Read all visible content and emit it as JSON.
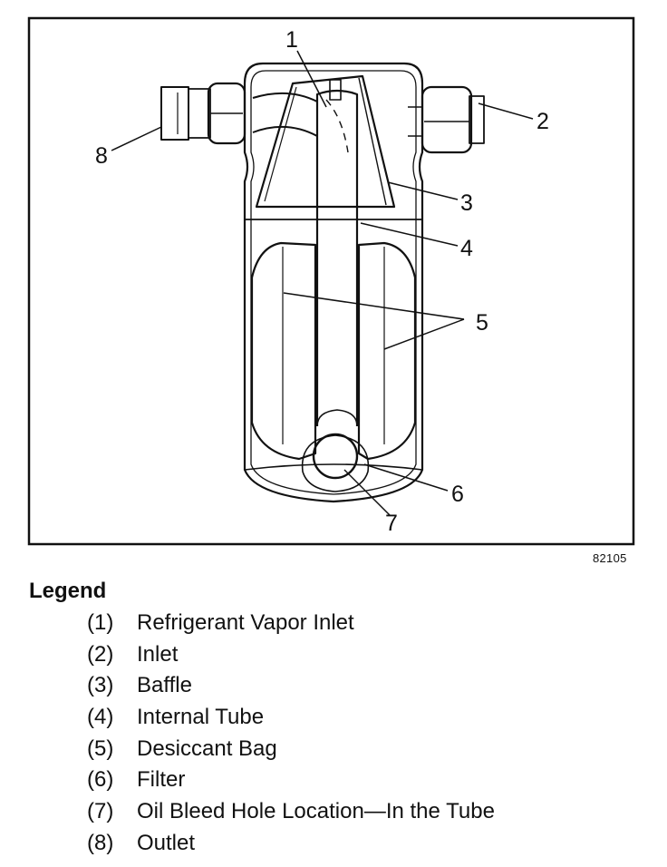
{
  "figure_id": "82105",
  "callouts": [
    "1",
    "2",
    "3",
    "4",
    "5",
    "6",
    "7",
    "8"
  ],
  "legend": {
    "title": "Legend",
    "items": [
      {
        "num": "(1)",
        "label": "Refrigerant Vapor Inlet"
      },
      {
        "num": "(2)",
        "label": "Inlet"
      },
      {
        "num": "(3)",
        "label": "Baffle"
      },
      {
        "num": "(4)",
        "label": "Internal Tube"
      },
      {
        "num": "(5)",
        "label": "Desiccant Bag"
      },
      {
        "num": "(6)",
        "label": "Filter"
      },
      {
        "num": "(7)",
        "label": "Oil Bleed Hole Location—In the Tube"
      },
      {
        "num": "(8)",
        "label": "Outlet"
      }
    ]
  }
}
